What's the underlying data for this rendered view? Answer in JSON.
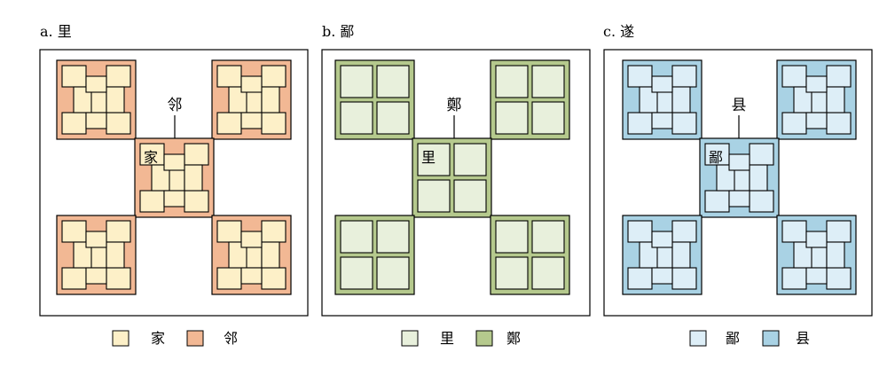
{
  "panels": [
    {
      "id": "a",
      "caption": "a. 里",
      "center_label": "邻",
      "inner_label": "家",
      "legend": [
        {
          "label": "家",
          "color": "#fdf0c8"
        },
        {
          "label": "邻",
          "color": "#f2b894"
        }
      ],
      "colors": {
        "outer": "#f2b894",
        "inner": "#fdf0c8"
      },
      "pattern": "cross"
    },
    {
      "id": "b",
      "caption": "b. 鄙",
      "center_label": "鄭",
      "inner_label": "里",
      "legend": [
        {
          "label": "里",
          "color": "#e8f0dc"
        },
        {
          "label": "鄭",
          "color": "#b5c98d"
        }
      ],
      "colors": {
        "outer": "#b5c98d",
        "inner": "#e8f0dc"
      },
      "pattern": "grid"
    },
    {
      "id": "c",
      "caption": "c. 遂",
      "center_label": "县",
      "inner_label": "鄙",
      "legend": [
        {
          "label": "鄙",
          "color": "#ddeef7"
        },
        {
          "label": "县",
          "color": "#a9d2e4"
        }
      ],
      "colors": {
        "outer": "#a9d2e4",
        "inner": "#ddeef7"
      },
      "pattern": "cross"
    }
  ]
}
